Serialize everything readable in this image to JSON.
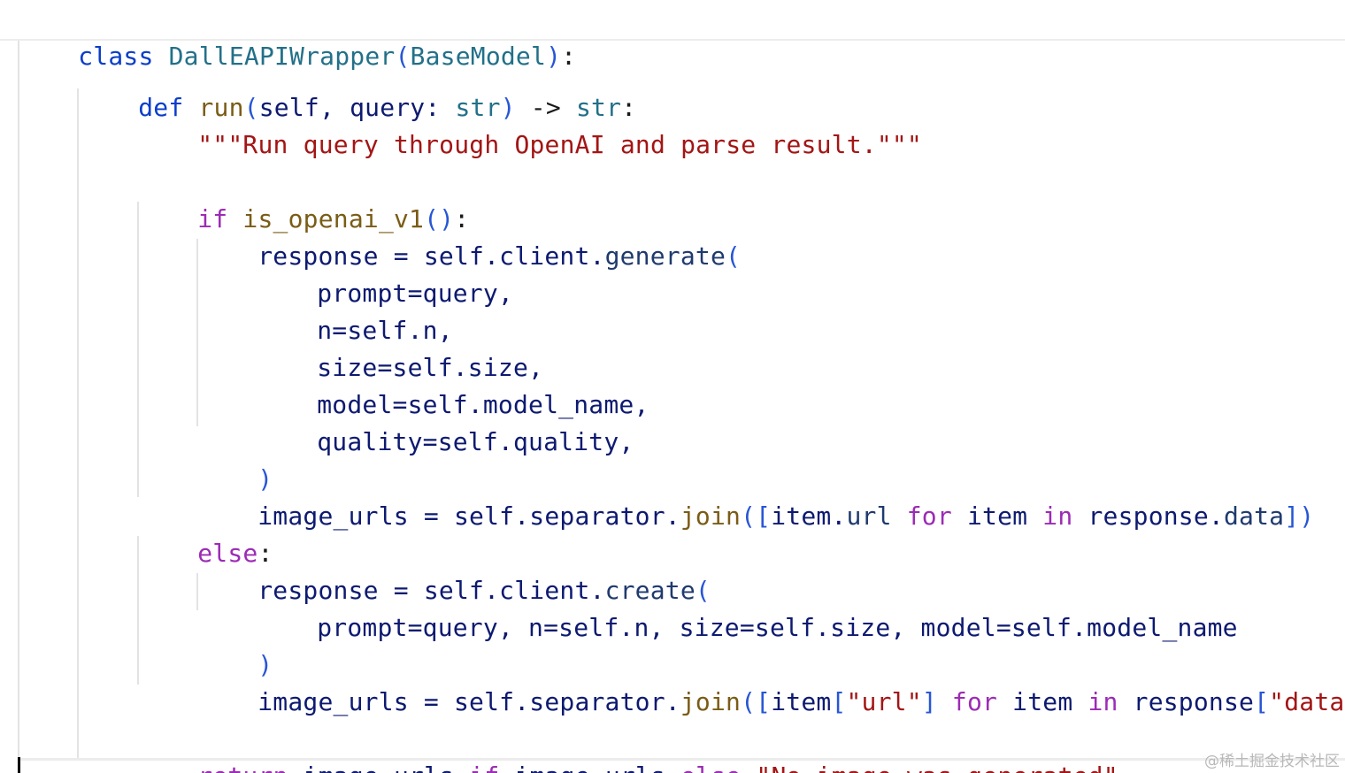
{
  "code": {
    "l1": {
      "a": "class",
      "b": "DallEAPIWrapper",
      "c": "(",
      "d": "BaseModel",
      "e": ")",
      "f": ":"
    },
    "l2": {
      "a": "def",
      "b": "run",
      "c": "(",
      "d": "self, query: ",
      "e": "str",
      "f": ")",
      "g": " -> ",
      "h": "str",
      "i": ":"
    },
    "l3": {
      "a": "\"\"\"Run query through OpenAI and parse result.\"\"\""
    },
    "l5": {
      "a": "if",
      "b": "is_openai_v1",
      "c": "()",
      "d": ":"
    },
    "l6": {
      "a": "response = self.client.",
      "b": "generate",
      "c": "("
    },
    "l7": {
      "a": "prompt=query,"
    },
    "l8": {
      "a": "n=self.n,"
    },
    "l9": {
      "a": "size=self.size,"
    },
    "l10": {
      "a": "model=self.model_name,"
    },
    "l11": {
      "a": "quality=self.quality,"
    },
    "l12": {
      "a": ")"
    },
    "l13": {
      "a": "image_urls = self.separator.",
      "b": "join",
      "c": "(",
      "d": "[",
      "e": "item.",
      "f": "url",
      "g": " for ",
      "h": "item ",
      "i": "in",
      "j": " response.",
      "k": "data",
      "l": "]",
      "m": ")"
    },
    "l14": {
      "a": "else",
      "b": ":"
    },
    "l15": {
      "a": "response = self.client.",
      "b": "create",
      "c": "("
    },
    "l16": {
      "a": "prompt=query, n=self.n, size=self.size, model=self.model_name"
    },
    "l17": {
      "a": ")"
    },
    "l18": {
      "a": "image_urls = self.separator.",
      "b": "join",
      "c": "(",
      "d": "[",
      "e": "item",
      "f": "[",
      "g": "\"url\"",
      "h": "]",
      "i": " for ",
      "j": "item ",
      "k": "in",
      "l": " response",
      "m": "[",
      "n": "\"data\"",
      "o": "]",
      "p": "]",
      "q": ")"
    },
    "l20": {
      "a": "return",
      "b": " image_urls ",
      "c": "if",
      "d": " image_urls ",
      "e": "else",
      "f": " ",
      "g": "\"No image was generated\""
    }
  },
  "watermark": "@稀土掘金技术社区",
  "colors": {
    "keyword": "#0a3ec9",
    "control_keyword": "#9c2bb5",
    "class_name": "#237089",
    "function": "#7a5c16",
    "string": "#a31515",
    "bracket": "#2756d6",
    "identifier": "#0d1a70"
  }
}
